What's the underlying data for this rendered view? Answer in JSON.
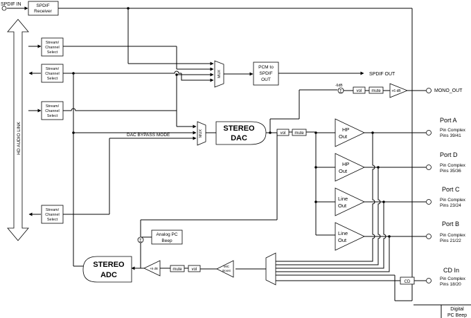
{
  "labels": {
    "spdif_in": "SPDIF IN",
    "spdif_receiver_1": "SPDIF",
    "spdif_receiver_2": "Receiver",
    "scs": [
      "Stream/",
      "Channel",
      "Select"
    ],
    "hd_audio_link": "HD AUDIO LINK",
    "mux": "MUX",
    "pcm_spdif": [
      "PCM to",
      "SPDIF",
      "OUT"
    ],
    "spdif_out": "SPDIF OUT",
    "mono_out": "MONO_OUT",
    "minus_6db": "-6dB",
    "plus_6db": "+6 dB",
    "vol": "vol",
    "mute": "mute",
    "stereo": "STEREO",
    "dac": "DAC",
    "adc": "ADC",
    "dac_bypass": "DAC BYPASS MODE",
    "hp_out": [
      "HP",
      "Out"
    ],
    "line_out": [
      "Line",
      "Out"
    ],
    "pin_complex": "Pin Complex",
    "analog_pc_beep": [
      "Analog PC",
      "Beep"
    ],
    "mic_boost": [
      "MIC",
      "Boost"
    ],
    "cd": "CD",
    "digital_pc_beep": [
      "Digital",
      "PC Beep"
    ],
    "sum": "Σ"
  },
  "ports": [
    {
      "name": "Port A",
      "pins": "Pins 39/41"
    },
    {
      "name": "Port D",
      "pins": "Pins 35/36"
    },
    {
      "name": "Port C",
      "pins": "Pins 23/24"
    },
    {
      "name": "Port B",
      "pins": "Pins 21/22"
    },
    {
      "name": "CD In",
      "pins": "Pins 18/20"
    }
  ]
}
